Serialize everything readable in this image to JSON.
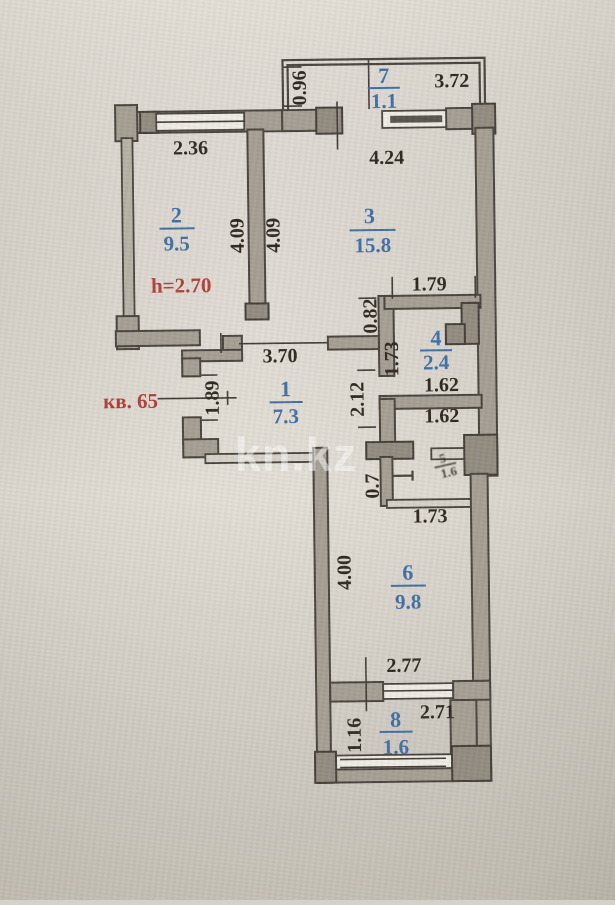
{
  "watermark": "kn.kz",
  "labels": {
    "ceiling_height": "h=2.70",
    "apartment": "кв. 65"
  },
  "rooms": {
    "r1": {
      "number": "1",
      "area": "7.3"
    },
    "r2": {
      "number": "2",
      "area": "9.5"
    },
    "r3": {
      "number": "3",
      "area": "15.8"
    },
    "r4": {
      "number": "4",
      "area": "2.4"
    },
    "r5": {
      "number": "5",
      "area": "1.6"
    },
    "r6": {
      "number": "6",
      "area": "9.8"
    },
    "r7": {
      "number": "7",
      "area": "1.1"
    },
    "r8": {
      "number": "8",
      "area": "1.6"
    }
  },
  "dims": {
    "balcony_top_depth": "0.96",
    "balcony_top_width": "3.72",
    "room2_width": "2.36",
    "room3_width": "4.24",
    "room2_depth": "4.09",
    "room3_depth": "4.09",
    "room4_top_width": "1.79",
    "niche_depth": "0.82",
    "room4_depth": "1.73",
    "hall_width": "3.70",
    "entry_width": "1.89",
    "hall_depth": "2.12",
    "room4_width": "1.62",
    "duct_width": "1.62",
    "room5_depth": "0.7",
    "room5_width": "1.73",
    "room6_depth": "4.00",
    "room6_width": "2.77",
    "balcony_bottom_depth": "1.16",
    "balcony_bottom_width": "2.71"
  }
}
